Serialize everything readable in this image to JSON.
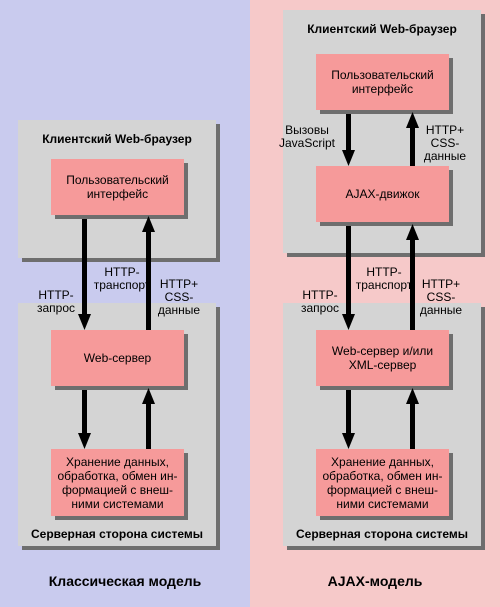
{
  "classic": {
    "client_title": "Клиентский Web-браузер",
    "ui_box": "Пользовательский\nинтерфейс",
    "label_request": "HTTP-\nзапрос",
    "label_transport": "HTTP-\nтранспорт",
    "label_response": "HTTP+\nCSS-\nданные",
    "server_box": "Web-сервер",
    "storage_box": "Хранение данных,\nобработка, обмен ин-\nформацией с внеш-\nними системами",
    "server_title": "Серверная сторона системы",
    "caption": "Классическая модель"
  },
  "ajax": {
    "client_title": "Клиентский Web-браузер",
    "ui_box": "Пользовательский\nинтерфейс",
    "label_js": "Вызовы\nJavaScript",
    "label_css": "HTTP+\nCSS-\nданные",
    "engine_box": "AJAX-движок",
    "label_request": "HTTP-\nзапрос",
    "label_transport": "HTTP-\nтранспорт",
    "label_response": "HTTP+\nCSS-\nданные",
    "server_box": "Web-сервер и/или\nXML-сервер",
    "storage_box": "Хранение данных,\nобработка, обмен ин-\nформацией с внеш-\nними системами",
    "server_title": "Серверная сторона системы",
    "caption": "AJAX-модель"
  }
}
